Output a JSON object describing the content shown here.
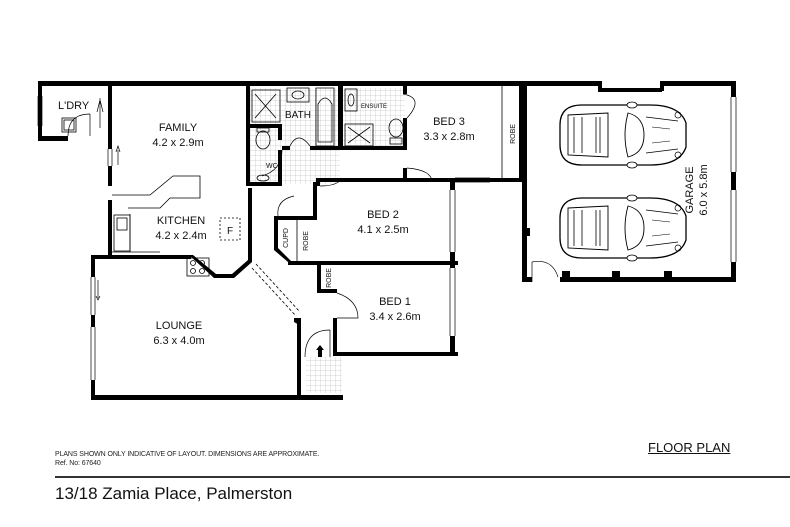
{
  "plan": {
    "title": "FLOOR PLAN",
    "address": "13/18 Zamia Place, Palmerston",
    "disclaimer": "PLANS SHOWN ONLY INDICATIVE OF LAYOUT.  DIMENSIONS ARE APPROXIMATE.",
    "ref": "Ref. No: 67640"
  },
  "rooms": {
    "laundry": {
      "name": "L'DRY"
    },
    "family": {
      "name": "FAMILY",
      "size": "4.2 x 2.9m"
    },
    "kitchen": {
      "name": "KITCHEN",
      "size": "4.2 x 2.4m",
      "fridge": "F"
    },
    "lounge": {
      "name": "LOUNGE",
      "size": "6.3 x 4.0m"
    },
    "bath": {
      "name": "BATH"
    },
    "wc": {
      "name": "WC"
    },
    "ensuite": {
      "name": "ENSUITE"
    },
    "bed3": {
      "name": "BED 3",
      "size": "3.3 x 2.8m",
      "robe": "ROBE"
    },
    "bed2": {
      "name": "BED 2",
      "size": "4.1 x 2.5m",
      "robe": "ROBE",
      "cupboard": "CUPD"
    },
    "bed1": {
      "name": "BED 1",
      "size": "3.4 x 2.6m",
      "robe": "ROBE"
    },
    "garage": {
      "name": "GARAGE",
      "size": "6.0 x 5.8m"
    }
  }
}
